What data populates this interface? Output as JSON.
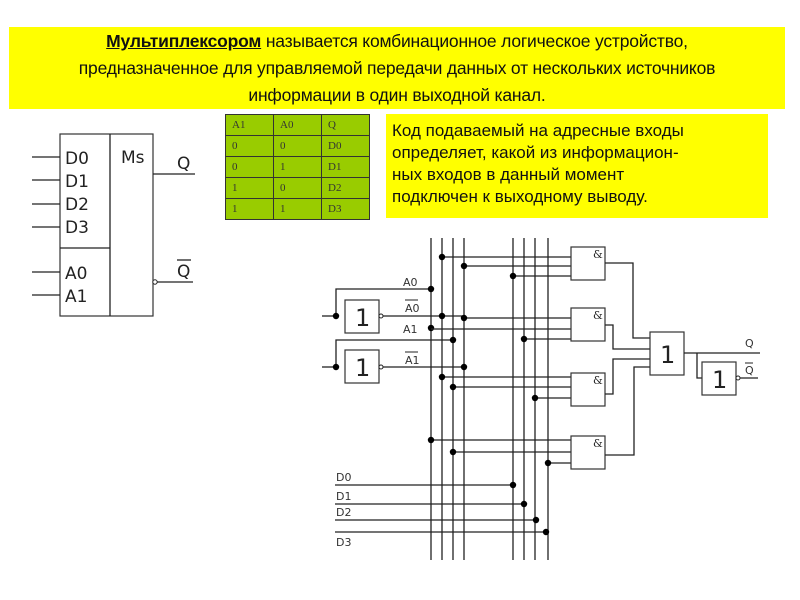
{
  "banner": {
    "term": "Мультиплексором",
    "text_line1_rest": " называется комбинационное логическое устройство,",
    "text_line2": "предназначенное для управляемой передачи данных от нескольких источников",
    "text_line3": "информации в один выходной канал.",
    "background": "#ffff00"
  },
  "note": {
    "lines": [
      "Код подаваемый на адресные входы",
      "определяет, какой из информацион-",
      "ных входов в данный момент",
      "подключен к выходному выводу."
    ],
    "background": "#ffff00"
  },
  "truth_table": {
    "headers": [
      "A1",
      "A0",
      "Q"
    ],
    "rows": [
      [
        "0",
        "0",
        "D0"
      ],
      [
        "0",
        "1",
        "D1"
      ],
      [
        "1",
        "0",
        "D2"
      ],
      [
        "1",
        "1",
        "D3"
      ]
    ],
    "background": "#99cc00"
  },
  "symbol": {
    "data_inputs": [
      "D0",
      "D1",
      "D2",
      "D3"
    ],
    "address_inputs": [
      "A0",
      "A1"
    ],
    "function_label": "Ms",
    "output": "Q",
    "inverted_output": "Q"
  },
  "circuit": {
    "address_labels": [
      "A0",
      "A0",
      "A1",
      "A1"
    ],
    "data_labels": [
      "D0",
      "D1",
      "D2",
      "D3"
    ],
    "not_gate_label": "1",
    "and_gate_label": "&",
    "or_gate_label": "1",
    "output_labels": [
      "Q",
      "Q"
    ]
  }
}
